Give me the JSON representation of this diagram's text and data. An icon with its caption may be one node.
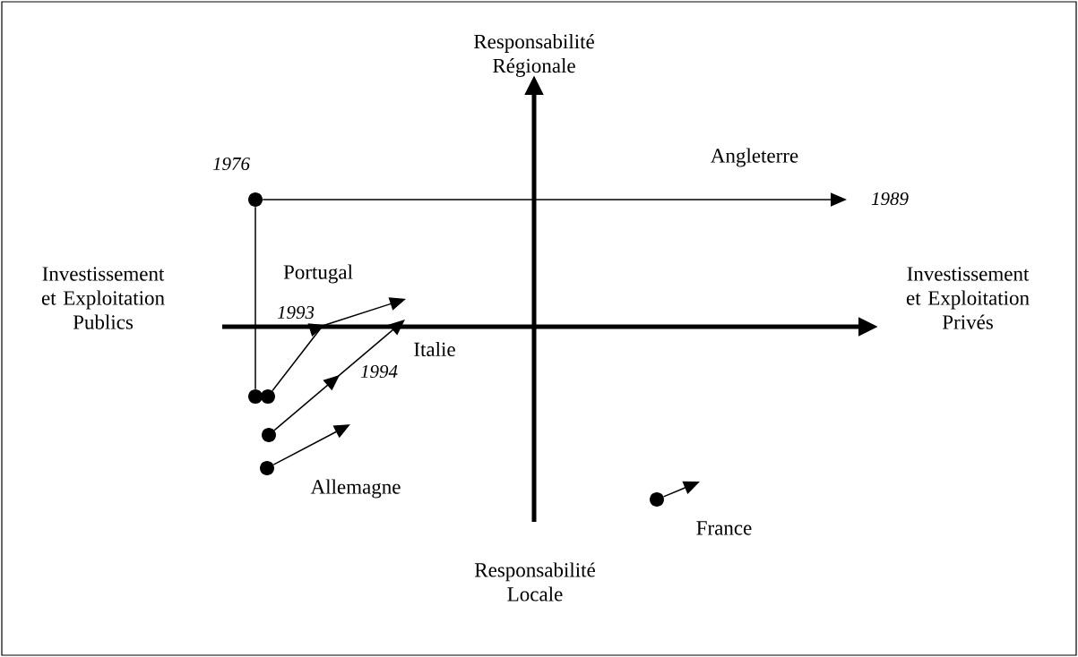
{
  "diagram": {
    "nodes": [
      {
        "text": [],
        "shape": "circle"
      },
      {
        "text": [],
        "shape": "circle",
        "beside": [
          "1976"
        ]
      },
      {
        "text": [],
        "shape": "circle"
      },
      {
        "text": [],
        "shape": "circle"
      },
      {
        "text": [],
        "shape": "circle"
      },
      {
        "text": [],
        "shape": "circle"
      }
    ],
    "edges": [
      {
        "from": 0,
        "to": 1,
        "arrow": "none"
      },
      {
        "from": 1,
        "to": null,
        "arrow": "to"
      },
      {
        "from": 2,
        "to": null,
        "arrow": "to"
      },
      {
        "from": 3,
        "to": null,
        "arrow": "to"
      },
      {
        "from": 4,
        "to": null,
        "arrow": "to"
      },
      {
        "from": 5,
        "to": null,
        "arrow": "to"
      }
    ],
    "labels": [
      "Responsabilité Régionale",
      "Angleterre",
      "1989",
      "Portugal",
      "Investissement et Exploitation Publics",
      "1993",
      "Investissement et Exploitation Privés",
      "Italie",
      "1994",
      "Allemagne",
      "France",
      "Responsabilité Locale"
    ]
  }
}
